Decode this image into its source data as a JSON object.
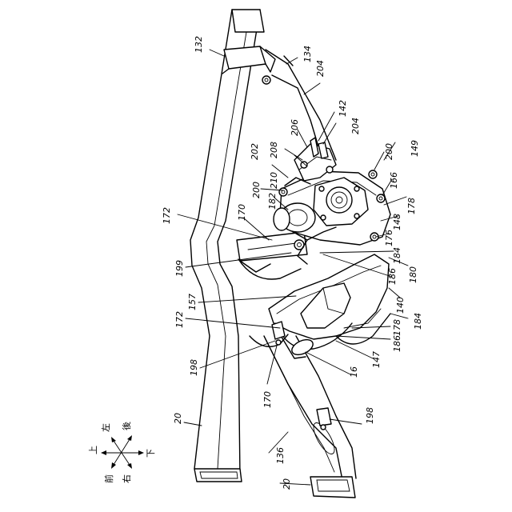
{
  "figure": {
    "reference_numerals": [
      {
        "id": "n132",
        "text": "132"
      },
      {
        "id": "n134",
        "text": "134"
      },
      {
        "id": "n204a",
        "text": "204"
      },
      {
        "id": "n142",
        "text": "142"
      },
      {
        "id": "n204b",
        "text": "204"
      },
      {
        "id": "n206",
        "text": "206"
      },
      {
        "id": "n202",
        "text": "202"
      },
      {
        "id": "n208",
        "text": "208"
      },
      {
        "id": "n200a",
        "text": "200"
      },
      {
        "id": "n149",
        "text": "149"
      },
      {
        "id": "n210",
        "text": "210"
      },
      {
        "id": "n200b",
        "text": "200"
      },
      {
        "id": "n166",
        "text": "166"
      },
      {
        "id": "n182",
        "text": "182"
      },
      {
        "id": "n178a",
        "text": "178"
      },
      {
        "id": "n148",
        "text": "148"
      },
      {
        "id": "n172a",
        "text": "172"
      },
      {
        "id": "n170a",
        "text": "170"
      },
      {
        "id": "n176",
        "text": "176"
      },
      {
        "id": "n184a",
        "text": "184"
      },
      {
        "id": "n199",
        "text": "199"
      },
      {
        "id": "n180",
        "text": "180"
      },
      {
        "id": "n186a",
        "text": "186"
      },
      {
        "id": "n157",
        "text": "157"
      },
      {
        "id": "n140",
        "text": "140"
      },
      {
        "id": "n172b",
        "text": "172"
      },
      {
        "id": "n184b",
        "text": "184"
      },
      {
        "id": "n178b",
        "text": "178"
      },
      {
        "id": "n198a",
        "text": "198"
      },
      {
        "id": "n186b",
        "text": "186"
      },
      {
        "id": "n147",
        "text": "147"
      },
      {
        "id": "n16",
        "text": "16"
      },
      {
        "id": "n170b",
        "text": "170"
      },
      {
        "id": "n198b",
        "text": "198"
      },
      {
        "id": "n20a",
        "text": "20"
      },
      {
        "id": "n136",
        "text": "136"
      },
      {
        "id": "n20b",
        "text": "20"
      }
    ],
    "direction_indicator": {
      "up": "上",
      "down": "下",
      "left": "左",
      "right": "右",
      "front": "前",
      "rear": "後"
    }
  }
}
